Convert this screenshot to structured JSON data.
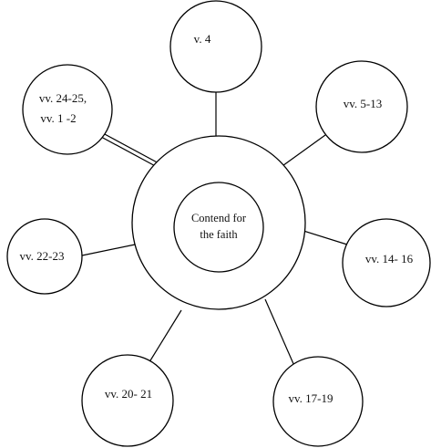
{
  "diagram": {
    "center": {
      "label_line1": "Contend for",
      "label_line2": "the faith"
    },
    "nodes": {
      "v4": "v. 4",
      "v5_13": "vv. 5-13",
      "v14_16": "vv. 14- 16",
      "v17_19": "vv. 17-19",
      "v20_21": "vv. 20- 21",
      "v22_23": "vv. 22-23",
      "v24_25_line1": "vv. 24-25,",
      "v24_25_line2": "vv. 1 -2"
    }
  }
}
